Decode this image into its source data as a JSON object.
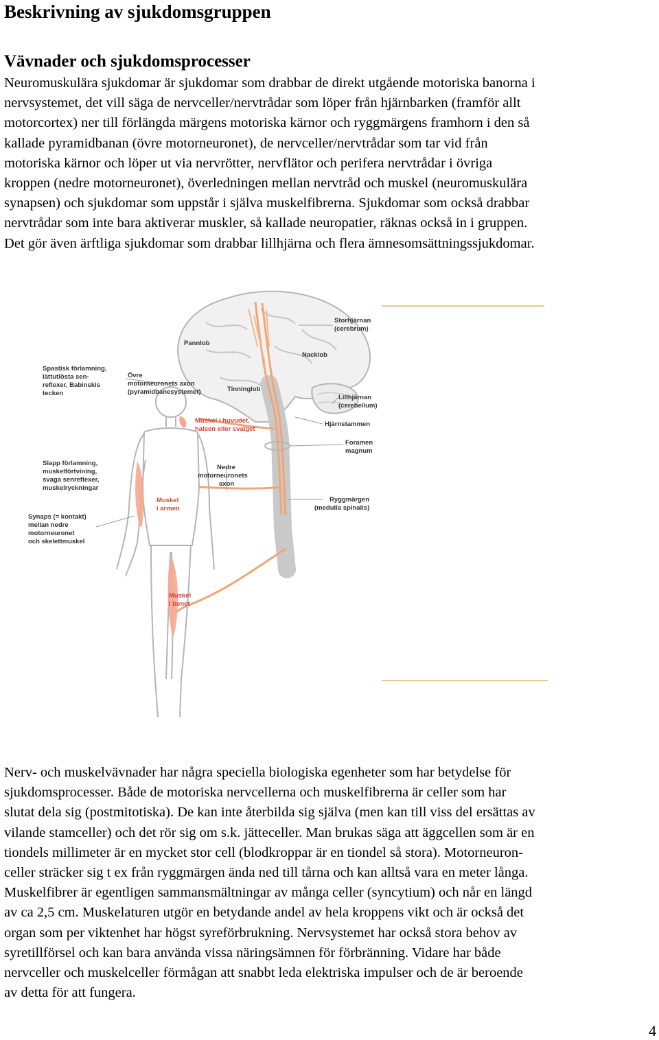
{
  "heading": "Beskrivning av sjukdomsgruppen",
  "subheading": "Vävnader och sjukdomsprocesser",
  "paragraph1_lines": [
    "Neuromuskulära sjukdomar är sjukdomar som drabbar de direkt utgående motoriska banorna i",
    "nervsystemet, det vill säga de nervceller/nervtrådar som löper från hjärnbarken (framför allt",
    "motorcortex) ner till förlängda märgens motoriska kärnor och ryggmärgens framhorn i den så",
    "kallade pyramidbanan (övre motorneuronet), de nervceller/nervtrådar som tar vid från",
    "motoriska kärnor och löper ut via nervrötter, nervflätor och perifera nervtrådar i övriga",
    "kroppen (nedre motorneuronet), överledningen mellan nervtråd och muskel (neuromuskulära",
    "synapsen) och sjukdomar som uppstår i själva muskelfibrerna. Sjukdomar som också drabbar",
    "nervtrådar som inte bara aktiverar muskler, så kallade neuropatier, räknas också in i gruppen.",
    "Det gör även ärftliga sjukdomar som drabbar lillhjärna och flera ämnesomsättningssjukdomar."
  ],
  "figure": {
    "labels": {
      "storhjarnan_1": "Storhjärnan",
      "storhjarnan_2": "(cerebrum)",
      "pannlob": "Pannlob",
      "nacklob": "Nacklob",
      "tinninglob": "Tinninglob",
      "lillhjarnan_1": "Lillhjärnan",
      "lillhjarnan_2": "(cerebellum)",
      "hjarnstammen": "Hjärnstammen",
      "foramen_1": "Foramen",
      "foramen_2": "magnum",
      "ryggmargen_1": "Ryggmärgen",
      "ryggmargen_2": "(medulla spinalis)",
      "spastisk_1": "Spastisk förlamning,",
      "spastisk_2": "lättutlösta sen-",
      "spastisk_3": "reflexer, Babinskis",
      "spastisk_4": "tecken",
      "ovre_1": "Övre",
      "ovre_2": "motorneuronets axon",
      "ovre_3": "(pyramidbanesystemet)",
      "muskel_huvud_1": "Muskel i huvudet,",
      "muskel_huvud_2": "halsen eller svalget",
      "slapp_1": "Slapp förlamning,",
      "slapp_2": "muskelförtvining,",
      "slapp_3": "svaga senreflexer,",
      "slapp_4": "muskelryckningar",
      "nedre_1": "Nedre",
      "nedre_2": "motorneuronets",
      "nedre_3": "axon",
      "muskel_armen_1": "Muskel",
      "muskel_armen_2": "i armen",
      "synaps_1": "Synaps (= kontakt)",
      "synaps_2": "mellan nedre",
      "synaps_3": "motorneuronet",
      "synaps_4": "och skelettmuskel",
      "muskel_benet_1": "Muskel",
      "muskel_benet_2": "i benet"
    },
    "colors": {
      "nerve": "#f0a576",
      "muscle": "#f4a890",
      "brain_outline": "#b5b5b5",
      "rule": "#e8c98c"
    }
  },
  "paragraph2_lines": [
    "Nerv- och muskelvävnader har några speciella biologiska egenheter som har betydelse för",
    "sjukdomsprocesser. Både de motoriska nervcellerna och muskelfibrerna är celler som har",
    "slutat dela sig (postmitotiska). De kan inte återbilda sig själva (men kan till viss del ersättas av",
    "vilande stamceller) och det rör sig om s.k. jätteceller. Man brukas säga att äggcellen som är en",
    "tiondels millimeter är en mycket stor cell (blodkroppar är en tiondel så stora). Motorneuron-",
    "celler sträcker sig t ex från ryggmärgen ända ned till tårna och kan alltså vara en meter långa.",
    "Muskelfibrer är egentligen sammansmältningar av många celler (syncytium) och når en längd",
    "av ca 2,5 cm. Muskelaturen utgör en betydande andel av hela kroppens vikt och är också det",
    "organ som per viktenhet har högst syreförbrukning. Nervsystemet har också stora behov av",
    "syretillförsel och kan bara använda vissa näringsämnen för förbränning. Vidare har både",
    "nervceller och muskelceller förmågan att snabbt leda elektriska impulser och de är beroende",
    "av detta för att fungera."
  ],
  "page_number": "4"
}
